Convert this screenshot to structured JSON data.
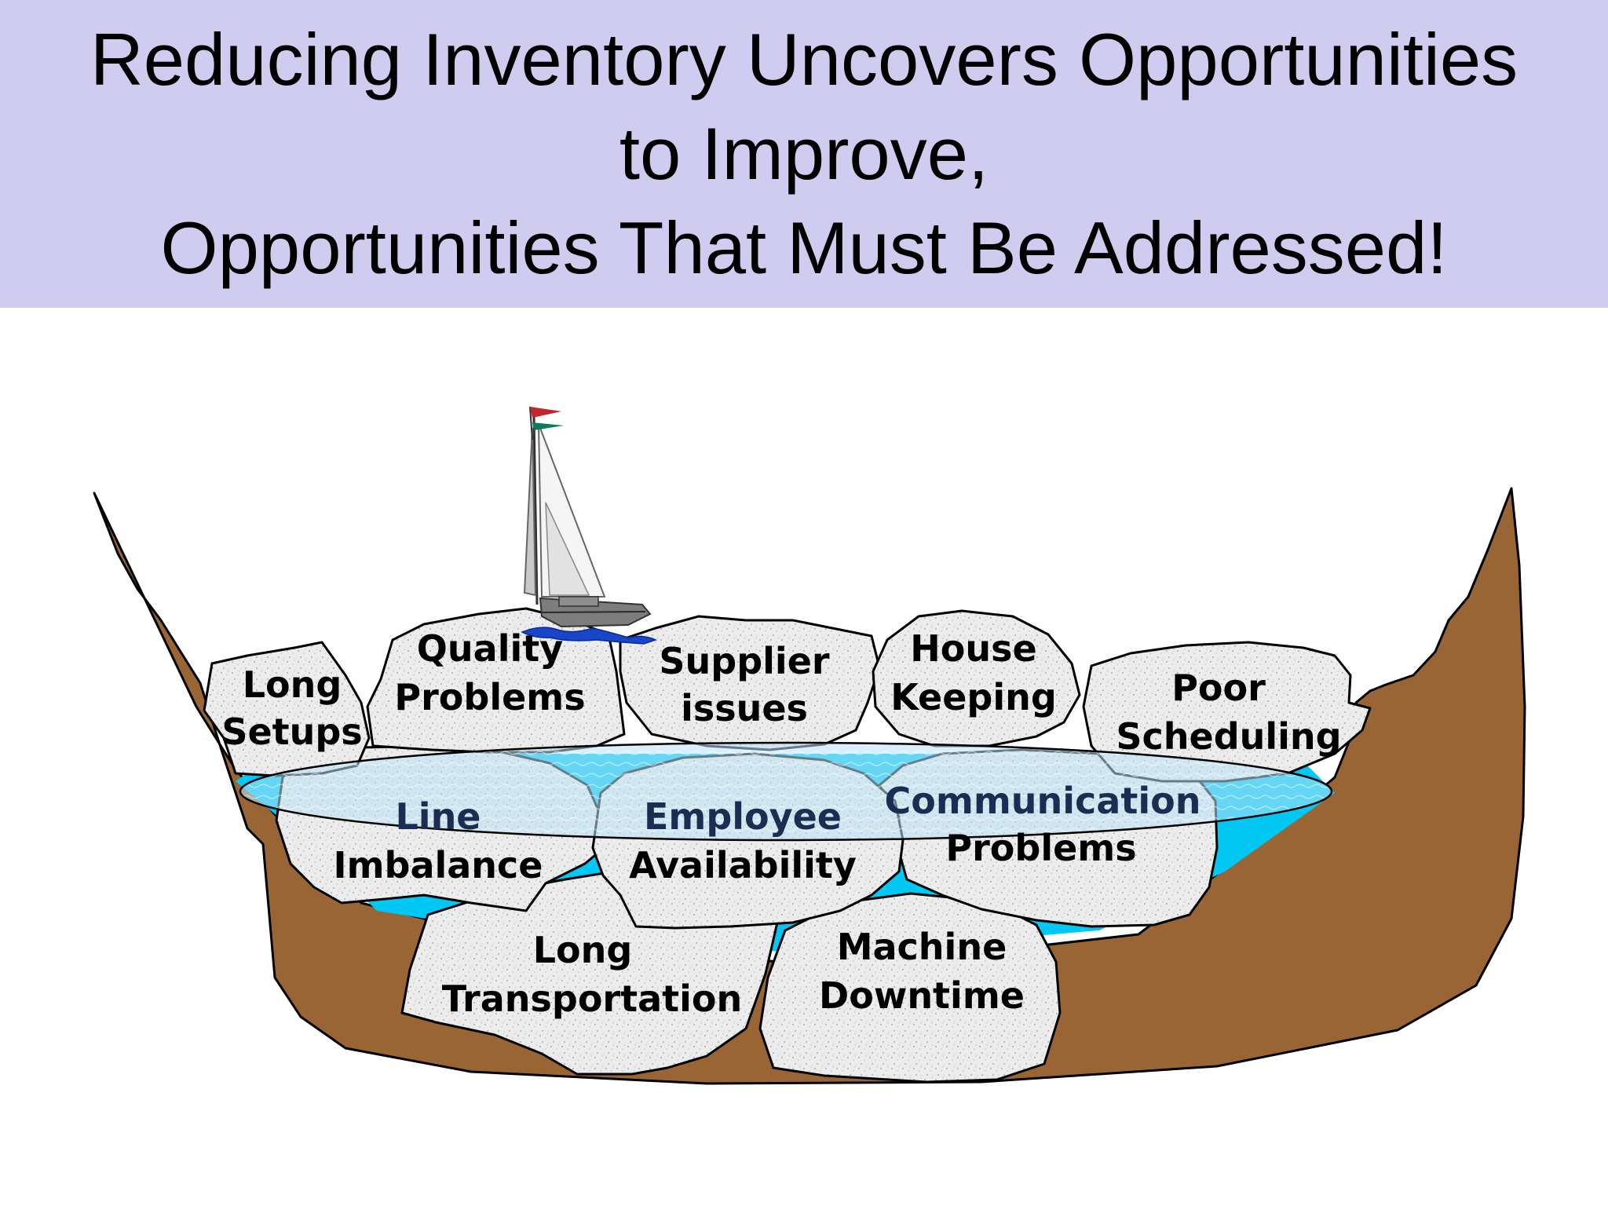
{
  "title": {
    "line1": "Reducing Inventory Uncovers Opportunities",
    "line2": "to Improve,",
    "line3": "Opportunities That Must Be Addressed!"
  },
  "colors": {
    "title_band": "#d0ccf0",
    "riverbed": "#9a6535",
    "water": "#00c8f5",
    "water_surface": "#9fd3ec",
    "rock": "#ececec"
  },
  "rocks": {
    "long_setups": {
      "line1": "Long",
      "line2": "Setups"
    },
    "quality_problems": {
      "line1": "Quality",
      "line2": "Problems"
    },
    "supplier_issues": {
      "line1": "Supplier",
      "line2": "issues"
    },
    "house_keeping": {
      "line1": "House",
      "line2": "Keeping"
    },
    "poor_scheduling": {
      "line1": "Poor",
      "line2": "Scheduling"
    },
    "line_imbalance": {
      "line1": "Line",
      "line2": "Imbalance"
    },
    "employee_availability": {
      "line1": "Employee",
      "line2": "Availability"
    },
    "communication_problems": {
      "line1": "Communication",
      "line2": "Problems"
    },
    "long_transportation": {
      "line1": "Long",
      "line2": "Transportation"
    },
    "machine_downtime": {
      "line1": "Machine",
      "line2": "Downtime"
    }
  },
  "icons": {
    "boat": "sailboat-icon",
    "flags": "pennant-flag-icon"
  }
}
